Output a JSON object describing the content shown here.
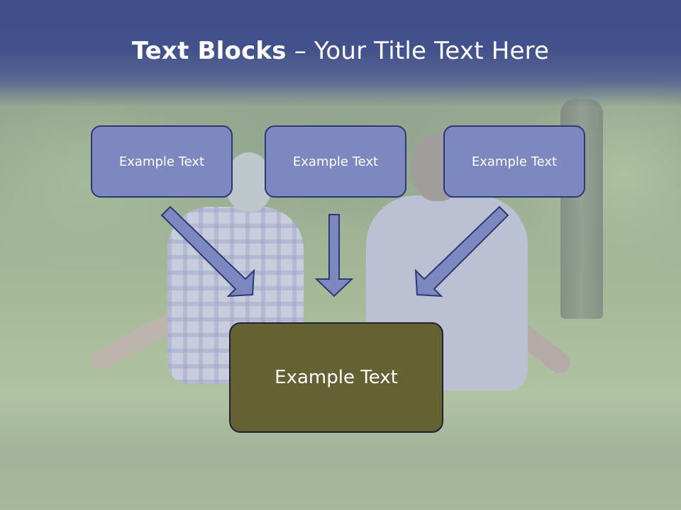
{
  "slide": {
    "title_bold": "Text Blocks",
    "title_dash": " – ",
    "title_rest": "Your Title Text Here"
  },
  "boxes": {
    "top": [
      {
        "label": "Example Text"
      },
      {
        "label": "Example Text"
      },
      {
        "label": "Example Text"
      }
    ],
    "bottom": {
      "label": "Example Text"
    }
  },
  "colors": {
    "title_band": "#42508b",
    "small_box_fill": "#7d88c0",
    "small_box_border": "#2d3a72",
    "big_box_fill": "#646232",
    "arrow_fill": "#7d88c0",
    "arrow_border": "#2d3a72"
  }
}
